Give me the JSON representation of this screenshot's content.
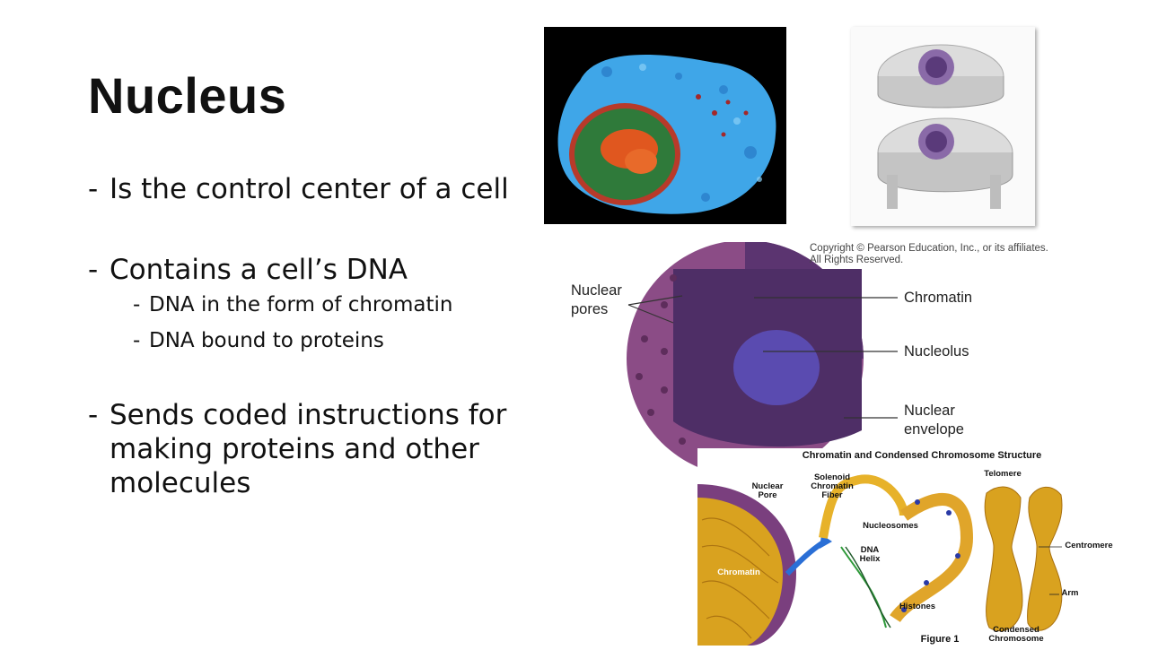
{
  "slide": {
    "title": "Nucleus",
    "bullets": {
      "b1": "Is the control center of a cell",
      "b2": "Contains a cell’s DNA",
      "b2_sub": [
        "DNA in the form of chromatin",
        "DNA bound to proteins"
      ],
      "b3": "Sends coded instructions for making proteins and other molecules",
      "dash": "-"
    }
  },
  "nucleus_figure": {
    "copyright_line1": "Copyright © Pearson Education, Inc., or its affiliates.",
    "copyright_line2": "All Rights Reserved.",
    "labels": {
      "nuclear_pores": "Nuclear pores",
      "chromatin": "Chromatin",
      "nucleolus": "Nucleolus",
      "nuclear_envelope": "Nuclear envelope"
    }
  },
  "chromosome_figure": {
    "title": "Chromatin and Condensed Chromosome Structure",
    "labels": {
      "nuclear_pore": "Nuclear Pore",
      "solenoid": "Solenoid Chromatin Fiber",
      "nucleosomes": "Nucleosomes",
      "dna_helix": "DNA Helix",
      "chromatin": "Chromatin",
      "histones": "Histones",
      "telomere": "Telomere",
      "centromere": "Centromere",
      "arm": "Arm",
      "condensed": "Condensed Chromosome",
      "figure": "Figure 1"
    }
  },
  "colors": {
    "micrograph_bg": "#000000",
    "cytoplasm": "#3fa6e8",
    "nucleus_green": "#2f7a3a",
    "nucleolus_orange": "#e0571f",
    "nucleus_purple": "#7a3f7e",
    "chromatin_gold": "#d9a21f"
  }
}
